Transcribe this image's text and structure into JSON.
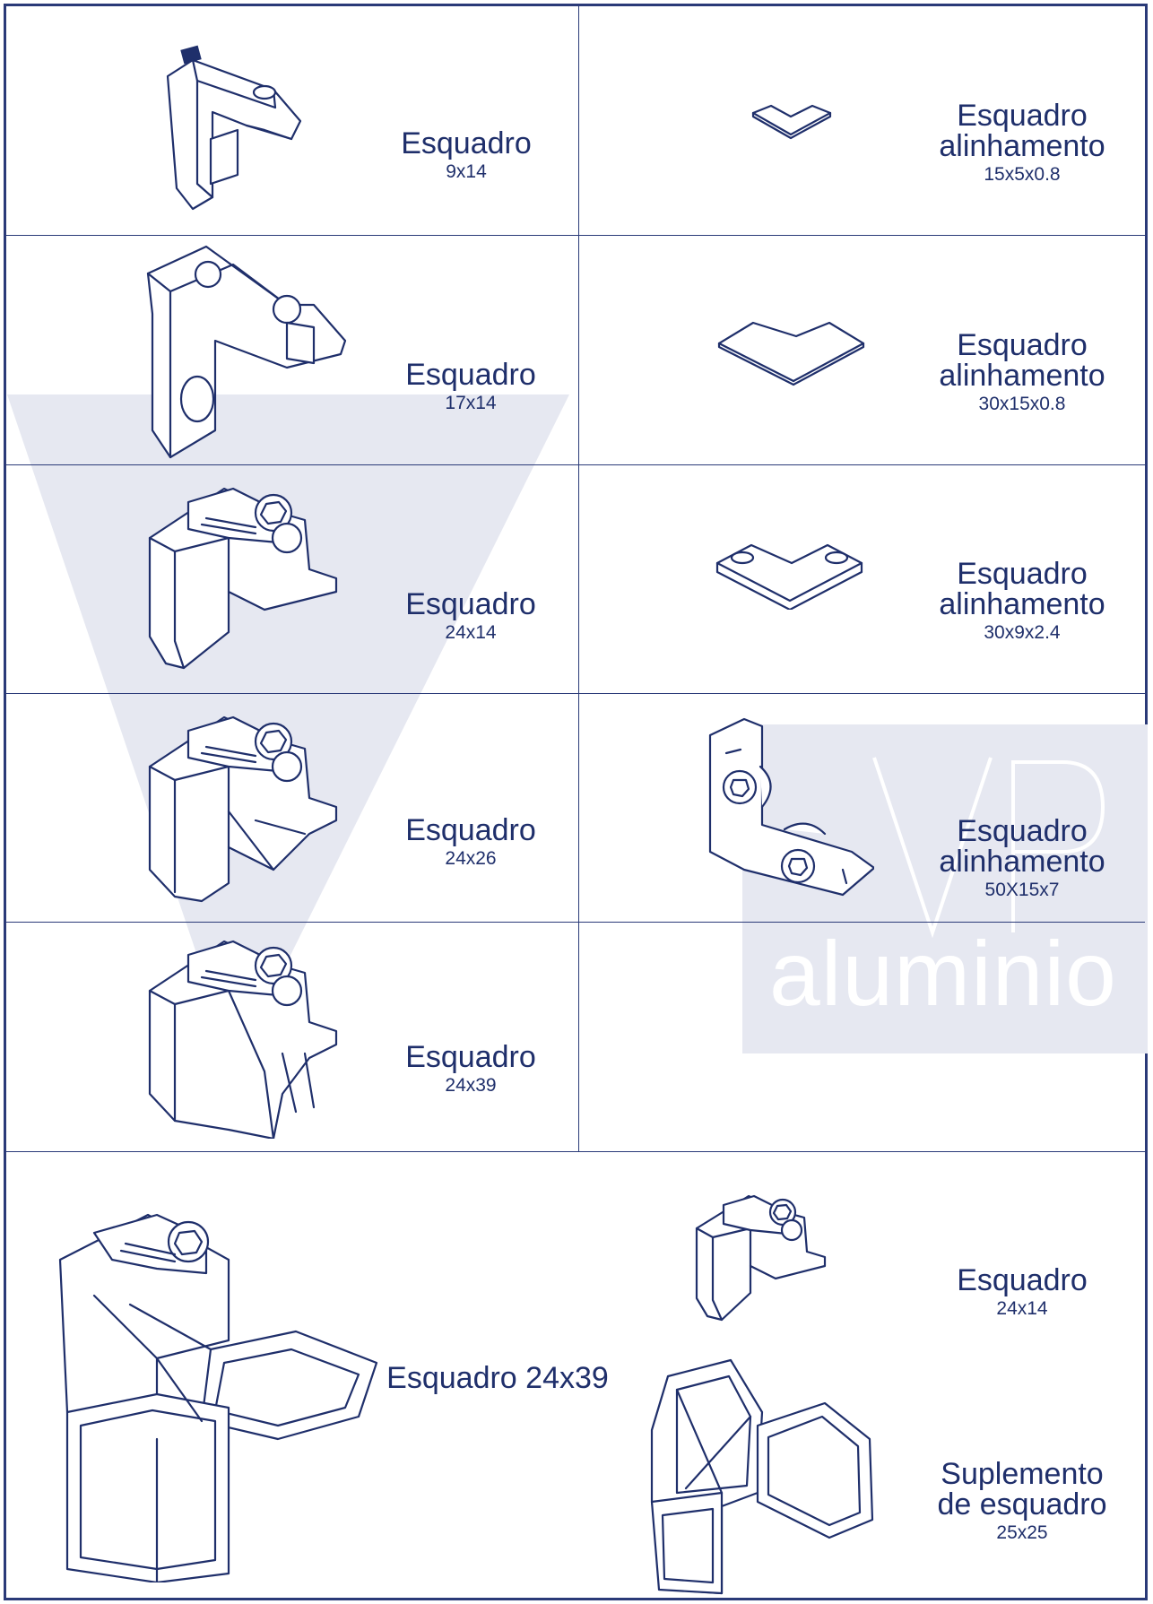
{
  "watermark": {
    "text": "aluminio",
    "colors": {
      "shape": "#e6e8f1",
      "text": "#ffffff"
    }
  },
  "colors": {
    "border": "#2a3a78",
    "text": "#1f2f6b",
    "cap": "#1f2f6b"
  },
  "cells": [
    {
      "name": "Esquadro",
      "dim": "9x14",
      "icon": "corner-bracket-9x14-icon"
    },
    {
      "name": "Esquadro alinhamento",
      "name_line1": "Esquadro",
      "name_line2": "alinhamento",
      "dim": "15x5x0.8",
      "icon": "alignment-plate-small-icon"
    },
    {
      "name": "Esquadro",
      "dim": "17x14",
      "icon": "corner-bracket-17x14-icon"
    },
    {
      "name_line1": "Esquadro",
      "name_line2": "alinhamento",
      "dim": "30x15x0.8",
      "icon": "alignment-plate-flat-icon"
    },
    {
      "name": "Esquadro",
      "dim": "24x14",
      "icon": "corner-bracket-24x14-icon"
    },
    {
      "name_line1": "Esquadro",
      "name_line2": "alinhamento",
      "dim": "30x9x2.4",
      "icon": "alignment-plate-screws-icon"
    },
    {
      "name": "Esquadro",
      "dim": "24x26",
      "icon": "corner-bracket-24x26-icon"
    },
    {
      "name_line1": "Esquadro",
      "name_line2": "alinhamento",
      "dim": "50X15x7",
      "icon": "alignment-gear-bracket-icon"
    },
    {
      "name": "Esquadro",
      "dim": "24x39",
      "icon": "corner-bracket-24x39-icon"
    }
  ],
  "bottom": {
    "assembly_label": "Esquadro 24x39",
    "small": {
      "name": "Esquadro",
      "dim": "24x14"
    },
    "supplement": {
      "name_line1": "Suplemento",
      "name_line2": "de esquadro",
      "dim": "25x25"
    }
  }
}
